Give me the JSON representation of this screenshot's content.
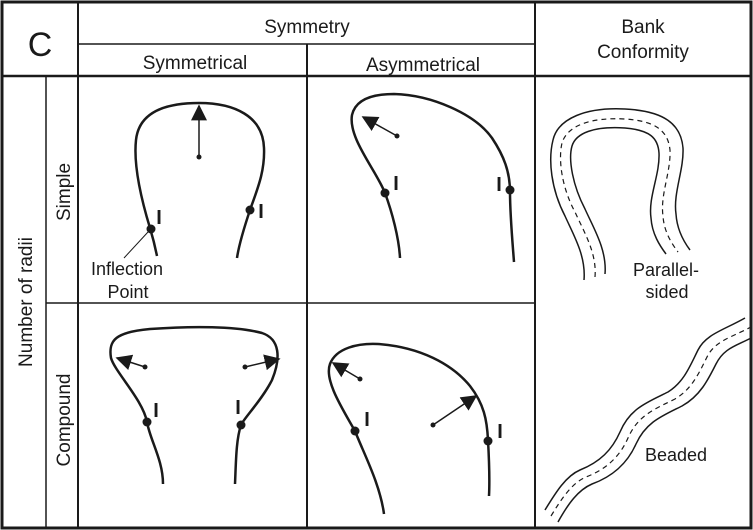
{
  "panel_letter": "C",
  "header": {
    "symmetry": "Symmetry",
    "symmetrical": "Symmetrical",
    "asymmetrical": "Asymmetrical",
    "bank_line1": "Bank",
    "bank_line2": "Conformity"
  },
  "row_axis": "Number of radii",
  "rows": {
    "simple": "Simple",
    "compound": "Compound"
  },
  "annotations": {
    "inflection_line1": "Inflection",
    "inflection_line2": "Point",
    "inflection_marker": "I"
  },
  "bank": {
    "parallel_line1": "Parallel-",
    "parallel_line2": "sided",
    "beaded": "Beaded"
  },
  "colors": {
    "line": "#1a1a1a",
    "background": "#ffffff"
  }
}
